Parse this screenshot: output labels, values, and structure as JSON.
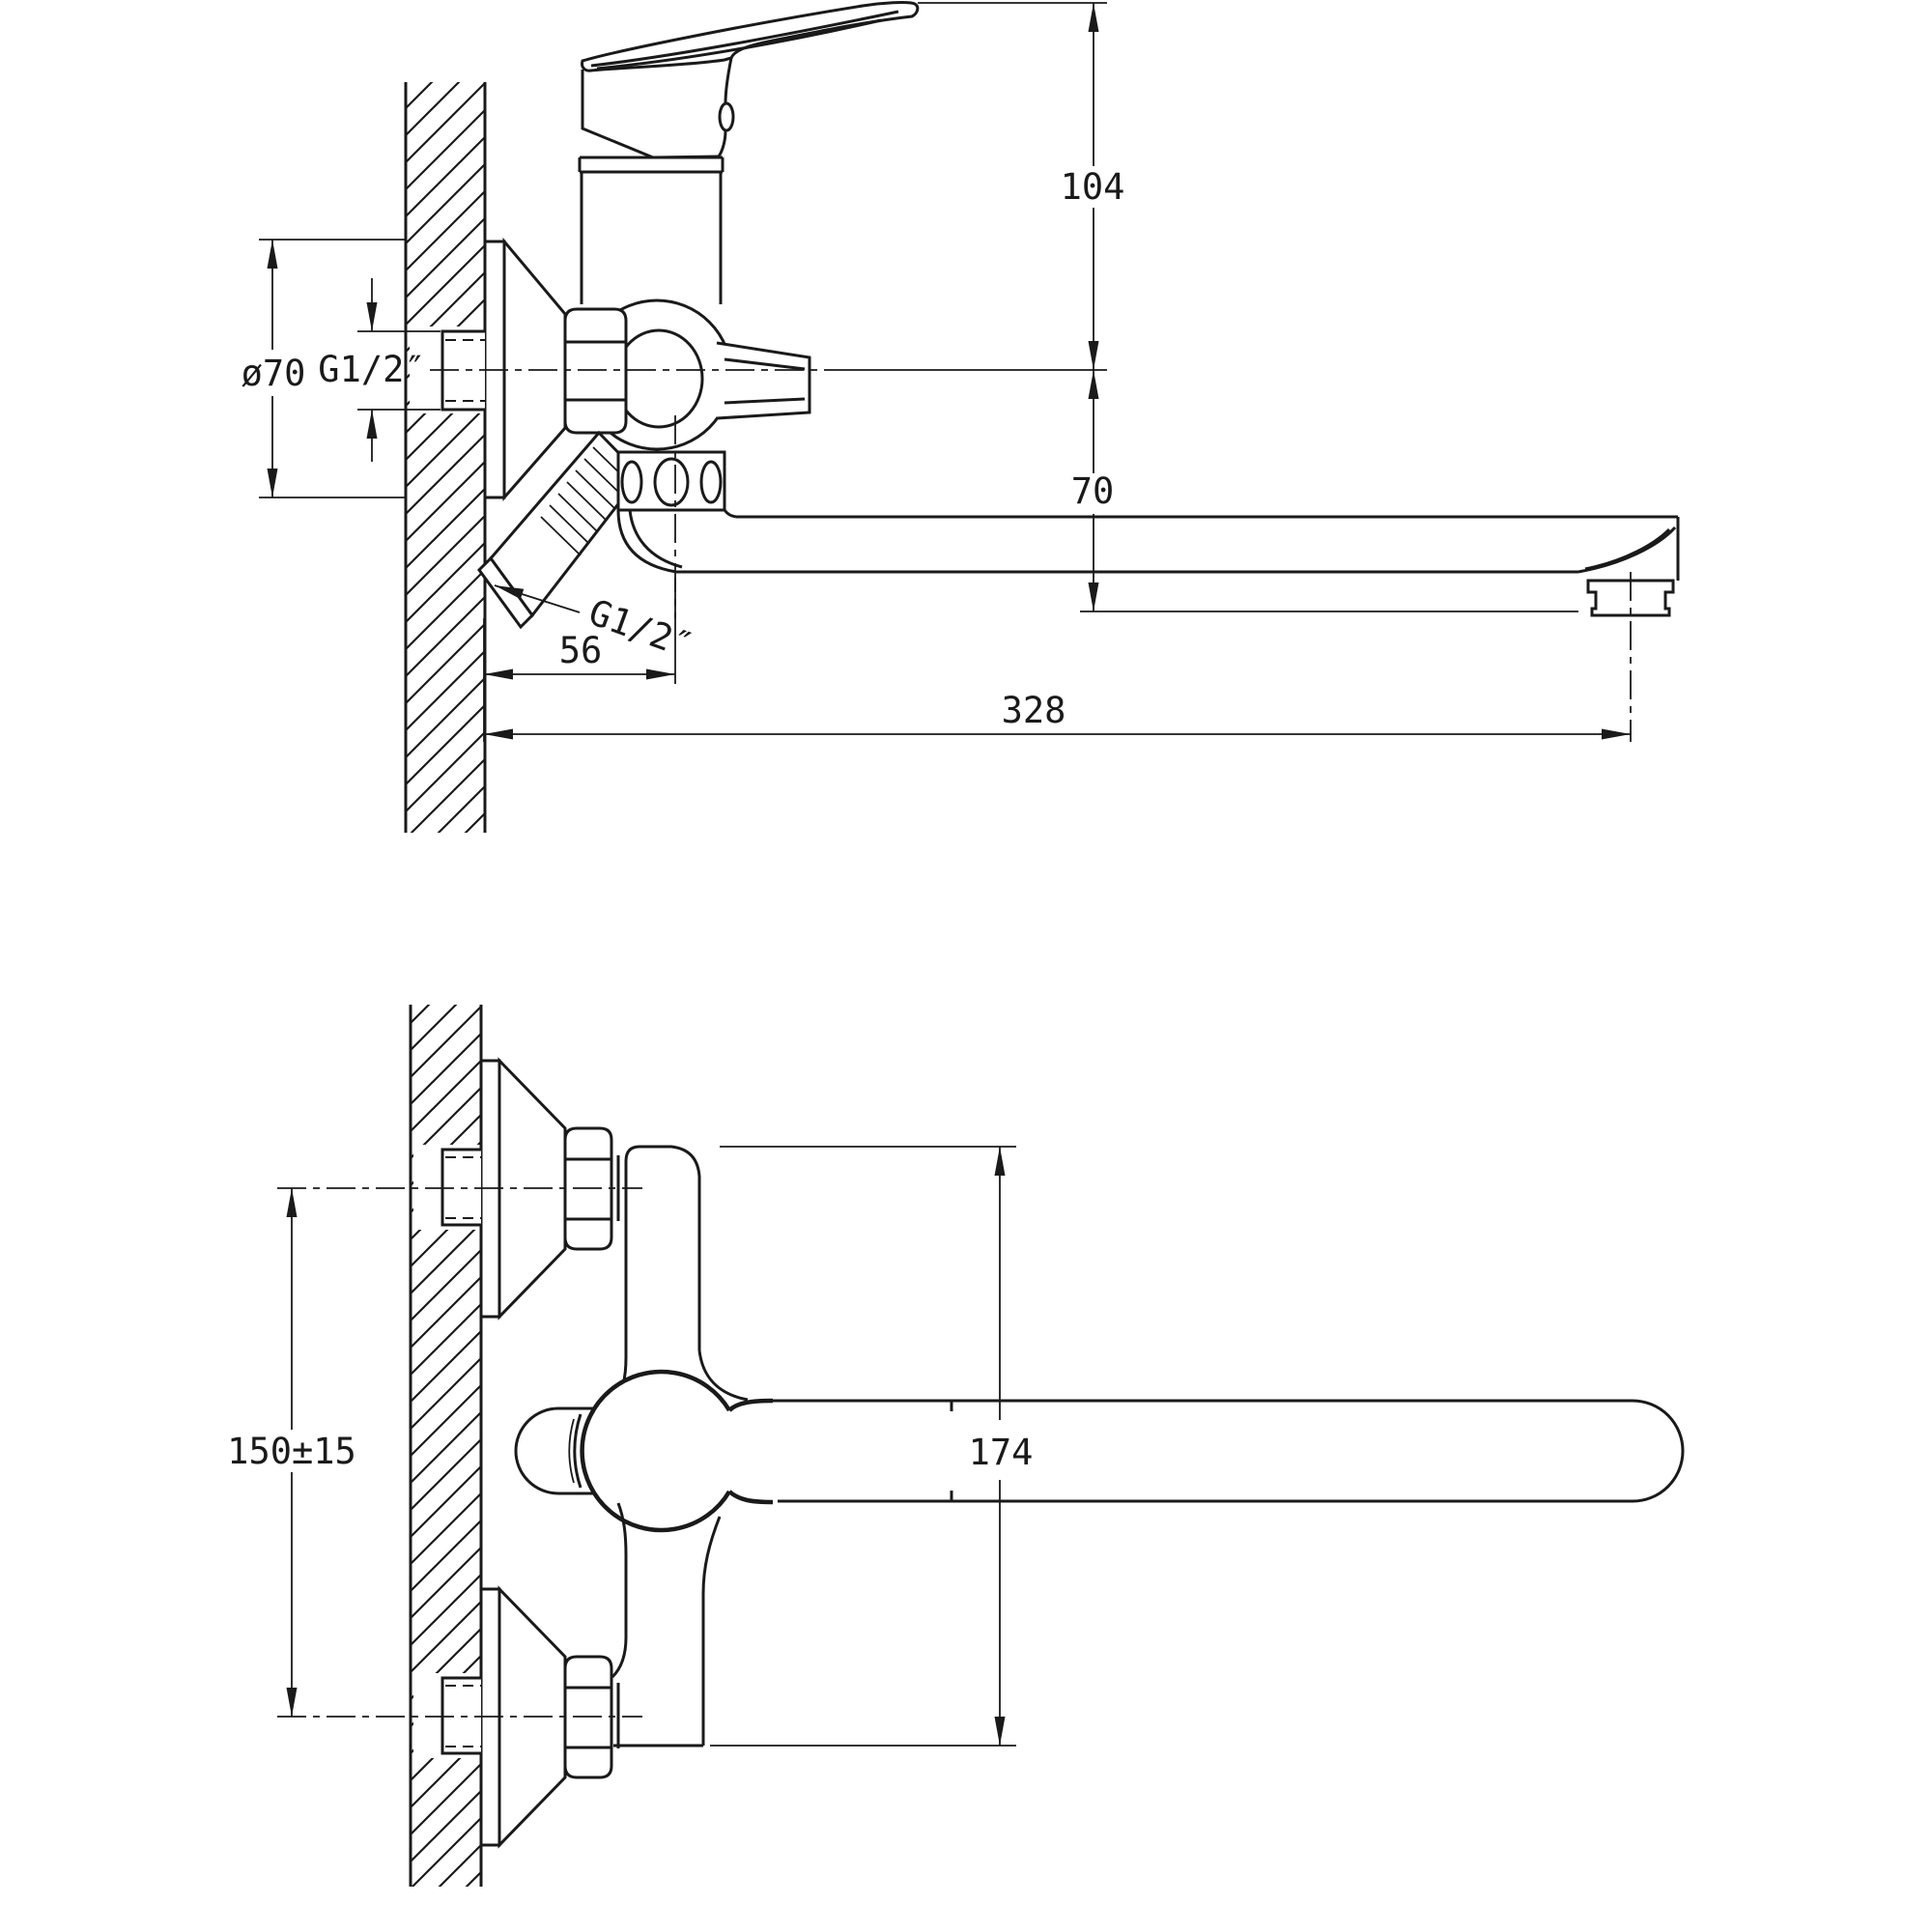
{
  "drawing": {
    "type": "technical-dimension-drawing",
    "subject": "wall-mounted bathtub mixer faucet with long swivel spout, two projection views",
    "colors": {
      "line": "#1a1a1a",
      "background": "#ffffff"
    }
  },
  "views": {
    "side_view": {
      "name": "side view (spout profile)"
    },
    "plan_view": {
      "name": "second projection (connections 150 mm apart)"
    }
  },
  "dimensions": {
    "escutcheon_diameter": {
      "label": "ø70"
    },
    "wall_thread": {
      "label": "G1/2″"
    },
    "handle_height": {
      "label": "104"
    },
    "spout_drop": {
      "label": "70"
    },
    "wall_offset": {
      "label": "56"
    },
    "spout_reach": {
      "label": "328"
    },
    "shower_thread": {
      "label": "G1/2″"
    },
    "connection_spacing": {
      "label": "150±15"
    },
    "body_width": {
      "label": "174"
    }
  }
}
